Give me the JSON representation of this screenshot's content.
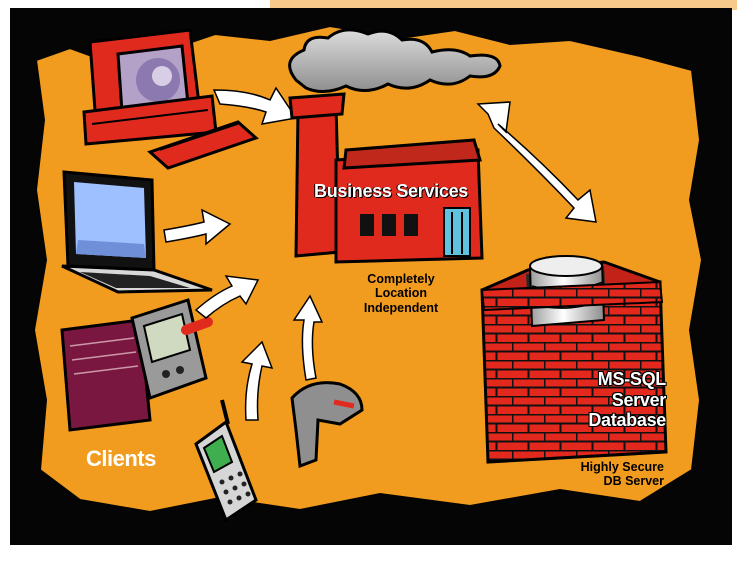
{
  "diagram": {
    "business_services": "Business Services",
    "location_caption": [
      "Completely",
      "Location",
      "Independent"
    ],
    "database_label": [
      "MS-SQL",
      "Server",
      "Database"
    ],
    "secure_caption": [
      "Highly Secure",
      "DB Server"
    ],
    "clients_label": "Clients"
  },
  "colors": {
    "background": "#f29c1f",
    "border": "#050505",
    "factory": "#e02a1e",
    "brick": "#e3281d",
    "arrow": "#ffffff"
  },
  "icons": [
    "desktop-computer-icon",
    "laptop-icon",
    "pda-organizer-icon",
    "cell-phone-icon",
    "barcode-scanner-icon",
    "factory-icon",
    "database-server-icon"
  ]
}
